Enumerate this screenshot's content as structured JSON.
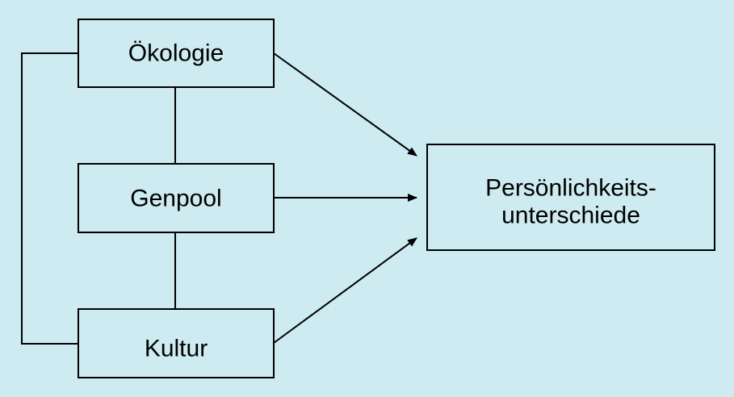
{
  "diagram": {
    "background_color": "#cdebf0",
    "line_color": "#000000",
    "nodes": {
      "oekologie": "Ökologie",
      "genpool": "Genpool",
      "kultur": "Kultur",
      "target_line1": "Persönlichkeits-",
      "target_line2": "unterschiede"
    }
  }
}
